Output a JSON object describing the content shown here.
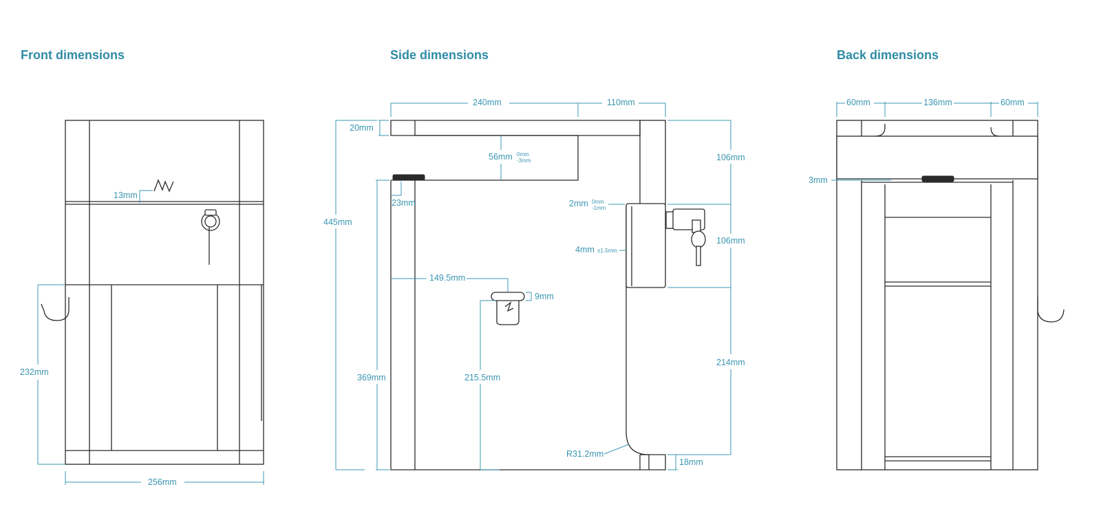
{
  "sections": {
    "front": {
      "title": "Front dimensions"
    },
    "side": {
      "title": "Side dimensions"
    },
    "back": {
      "title": "Back dimensions"
    }
  },
  "front_labels": {
    "logo_offset": "13mm",
    "lower_height": "232mm",
    "width": "256mm"
  },
  "side_labels": {
    "top_depth": "240mm",
    "top_back": "110mm",
    "top_thickness": "20mm",
    "slot": "56mm",
    "slot_tol_a": "0mm",
    "slot_tol_b": "-3mm",
    "total_height": "445mm",
    "knob": "23mm",
    "upper_right": "106mm",
    "gap": "2mm",
    "gap_tol_a": "0mm",
    "gap_tol_b": "-1mm",
    "lock_section": "106mm",
    "wall": "4mm",
    "wall_tol": "±1.5mm",
    "hook_offset": "149.5mm",
    "hook_size": "9mm",
    "lower_right": "214mm",
    "inner_height": "369mm",
    "hook_height": "215.5mm",
    "radius": "R31.2mm",
    "base": "18mm"
  },
  "back_labels": {
    "left": "60mm",
    "middle": "136mm",
    "right": "60mm",
    "gap": "3mm"
  },
  "colors": {
    "dimension": "#3b97b3",
    "title": "#2f8ca6",
    "outline": "#2a2a2a"
  }
}
